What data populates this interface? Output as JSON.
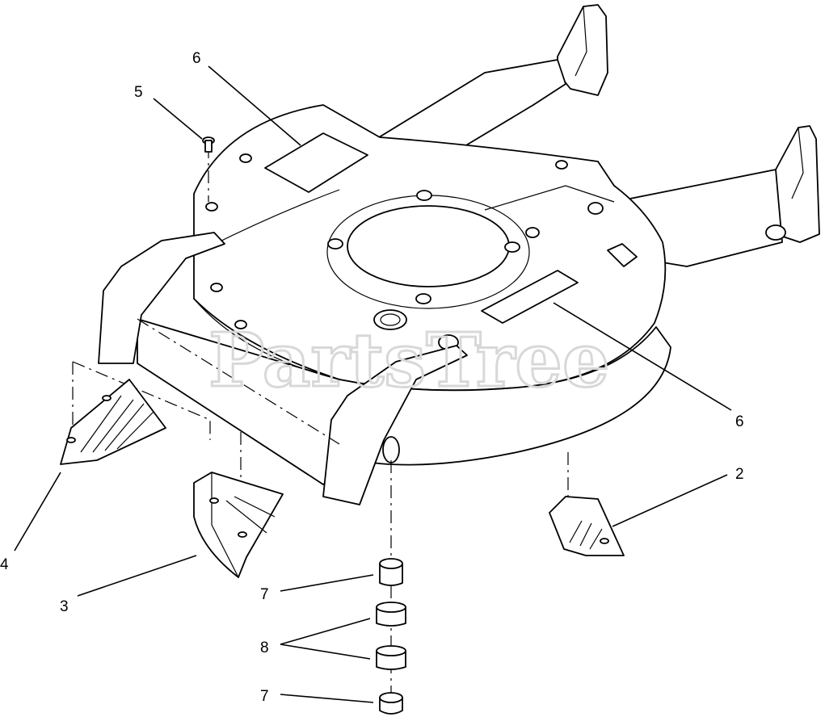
{
  "watermark": "PartsTree",
  "callouts": {
    "c2": "2",
    "c3": "3",
    "c4": "4",
    "c5": "5",
    "c6_top": "6",
    "c6_right": "6",
    "c7_top": "7",
    "c8": "8",
    "c7_bottom": "7"
  },
  "parts": [
    {
      "id": "deck-housing"
    },
    {
      "id": "rear-door-right"
    },
    {
      "id": "side-baffle"
    },
    {
      "id": "rear-baffle"
    },
    {
      "id": "screw"
    },
    {
      "id": "decal"
    },
    {
      "id": "bushing"
    },
    {
      "id": "spacer"
    }
  ]
}
